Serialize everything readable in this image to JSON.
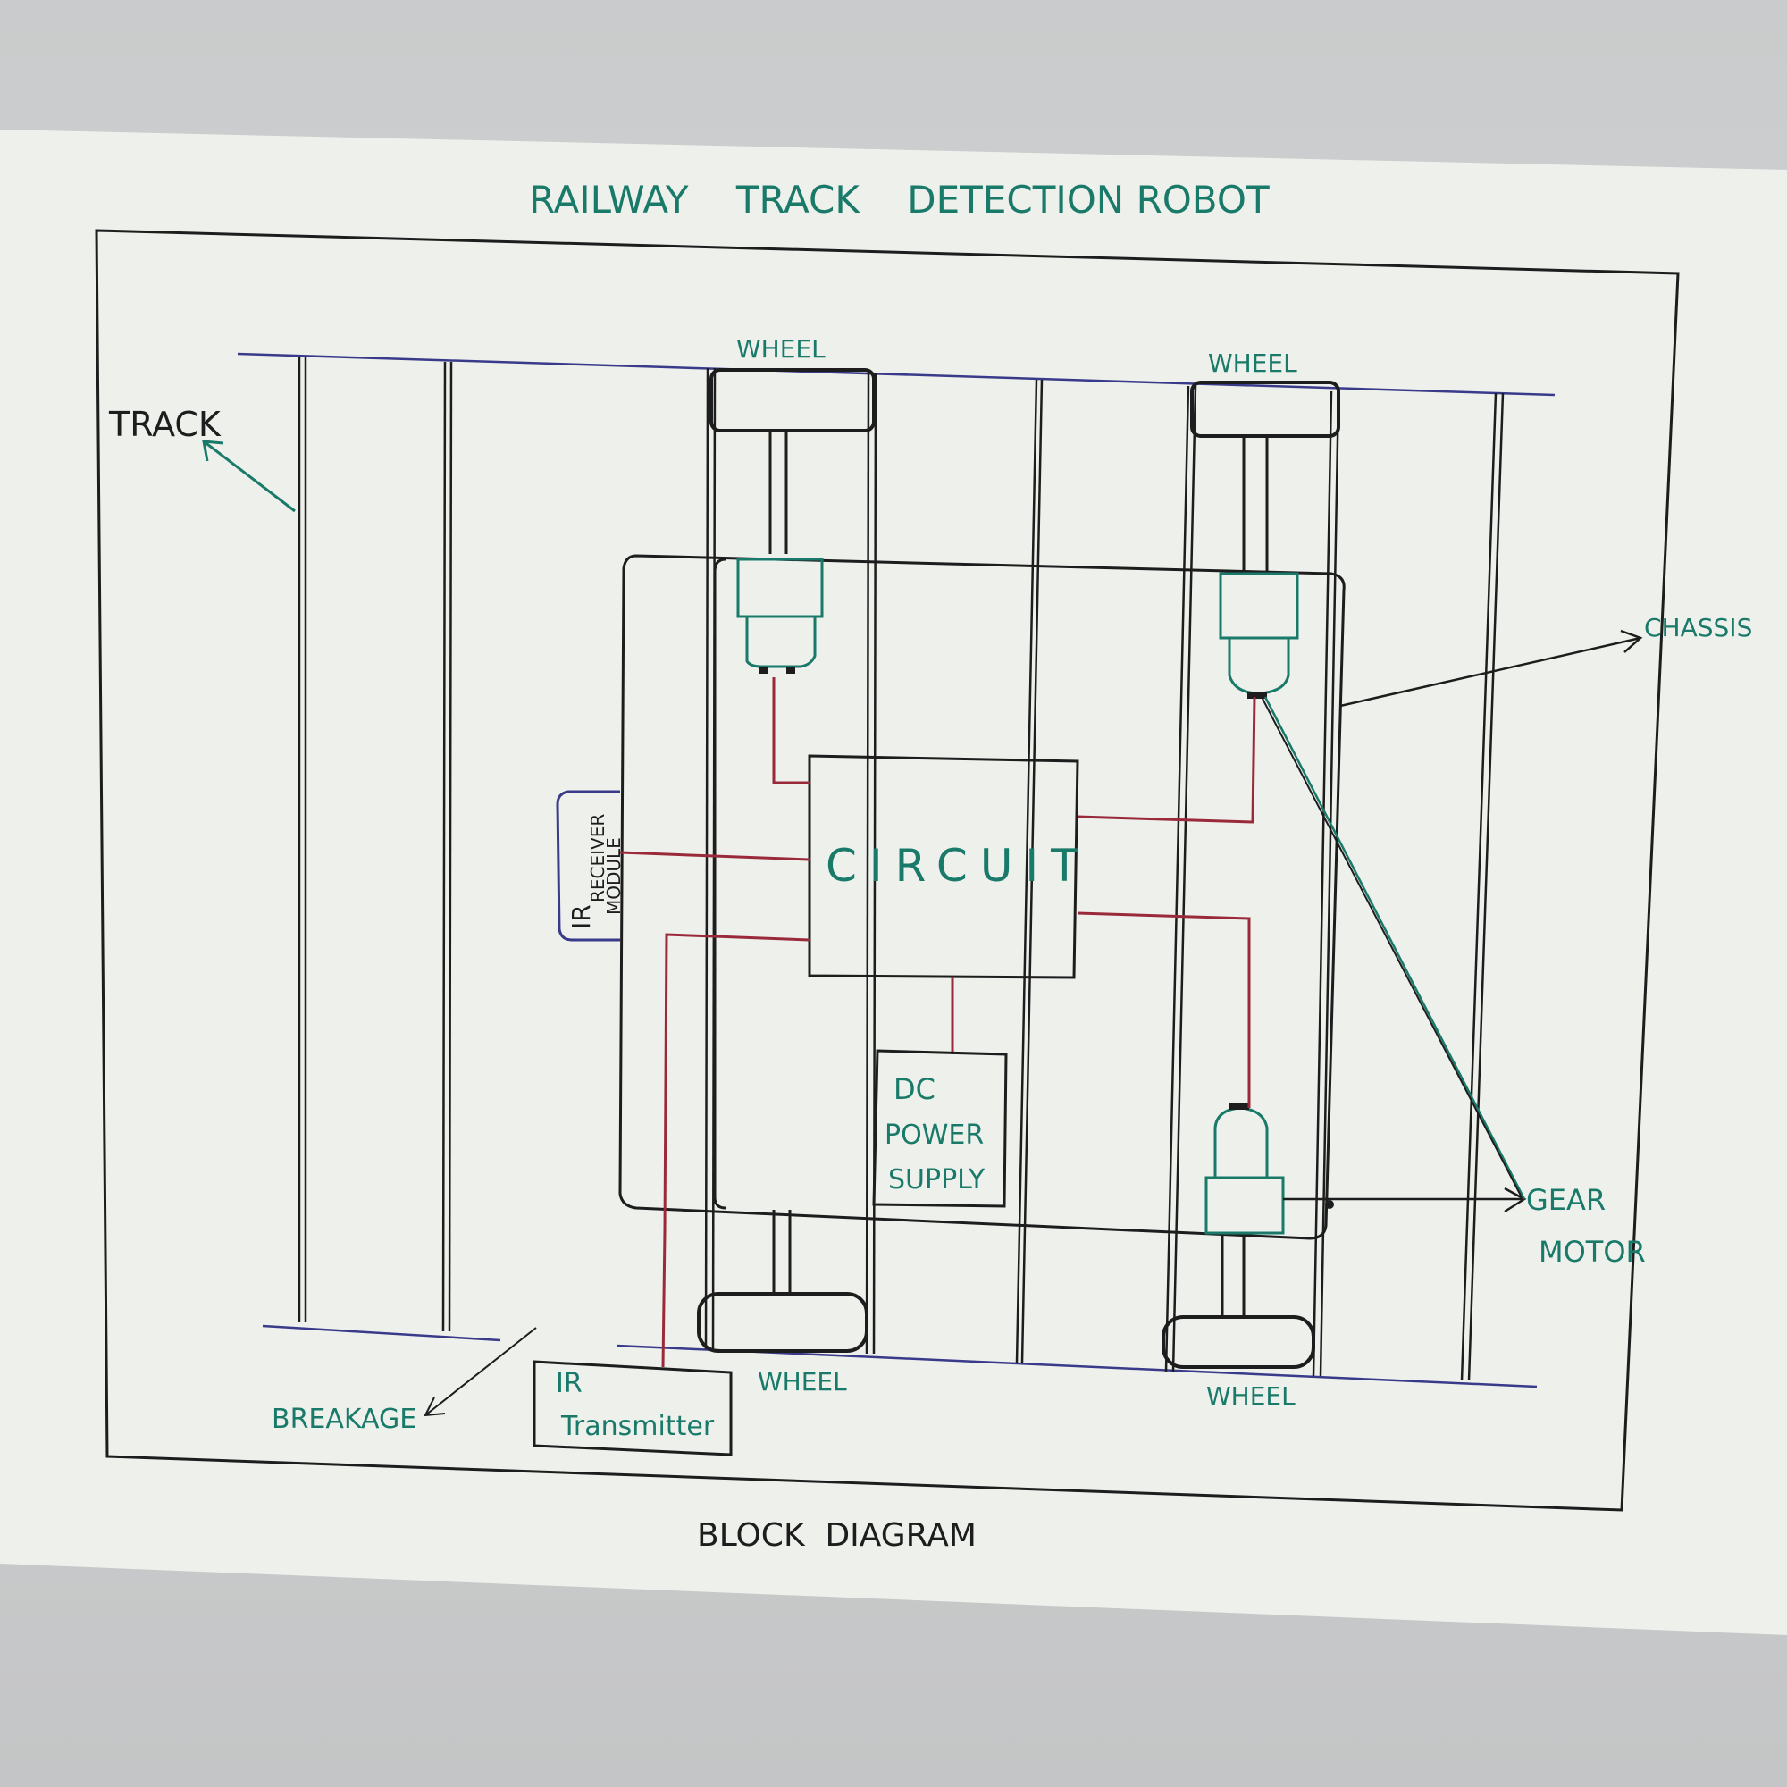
{
  "title": "RAILWAY    TRACK    DETECTION ROBOT",
  "caption": "BLOCK  DIAGRAM",
  "labels": {
    "track": "TRACK",
    "chassis": "CHASSIS",
    "gear_motor_1": "GEAR",
    "gear_motor_2": "MOTOR",
    "breakage": "BREAKAGE",
    "wheel_top_left": "WHEEL",
    "wheel_top_right": "WHEEL",
    "wheel_bottom_left": "WHEEL",
    "wheel_bottom_right": "WHEEL",
    "circuit": "CIRCUIT",
    "ir_receiver_1": "IR",
    "ir_receiver_2": "RECEIVER",
    "ir_receiver_3": "MODULE",
    "dc_1": "DC",
    "dc_2": "POWER",
    "dc_3": "SUPPLY",
    "ir_tx_1": "IR",
    "ir_tx_2": "Transmitter"
  },
  "colors": {
    "paper": "#f3f4f1",
    "ink": "#1d1d1d",
    "teal": "#1a7a6a",
    "wire": "#9a2a3a",
    "rail": "#3a3a8a"
  }
}
